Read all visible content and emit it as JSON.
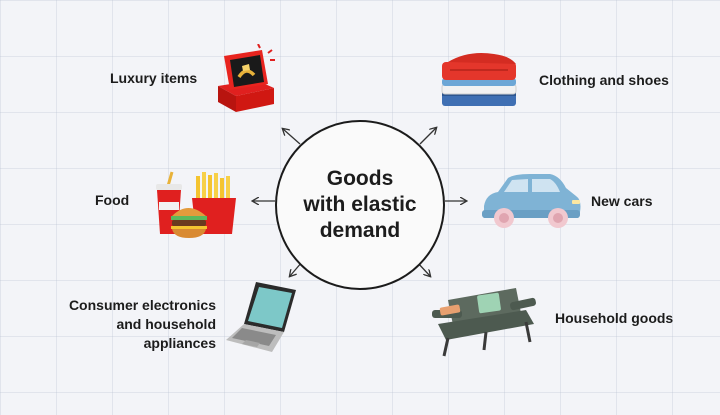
{
  "diagram": {
    "center_title": "Goods\nwith elastic\ndemand",
    "items": [
      {
        "label": "Luxury items",
        "icon": "ring-box-icon"
      },
      {
        "label": "Clothing and shoes",
        "icon": "folded-clothes-icon"
      },
      {
        "label": "Food",
        "icon": "fast-food-icon"
      },
      {
        "label": "New cars",
        "icon": "car-icon"
      },
      {
        "label": "Consumer electronics\nand household appliances",
        "icon": "laptop-icon"
      },
      {
        "label": "Household goods",
        "icon": "sofa-icon"
      }
    ]
  },
  "colors": {
    "background": "#f3f4f8",
    "text": "#1c1c1c",
    "ring_box": "#e0201f",
    "clothes": "#e4362b",
    "car": "#7fb3d5",
    "sofa": "#5d6a5f"
  }
}
